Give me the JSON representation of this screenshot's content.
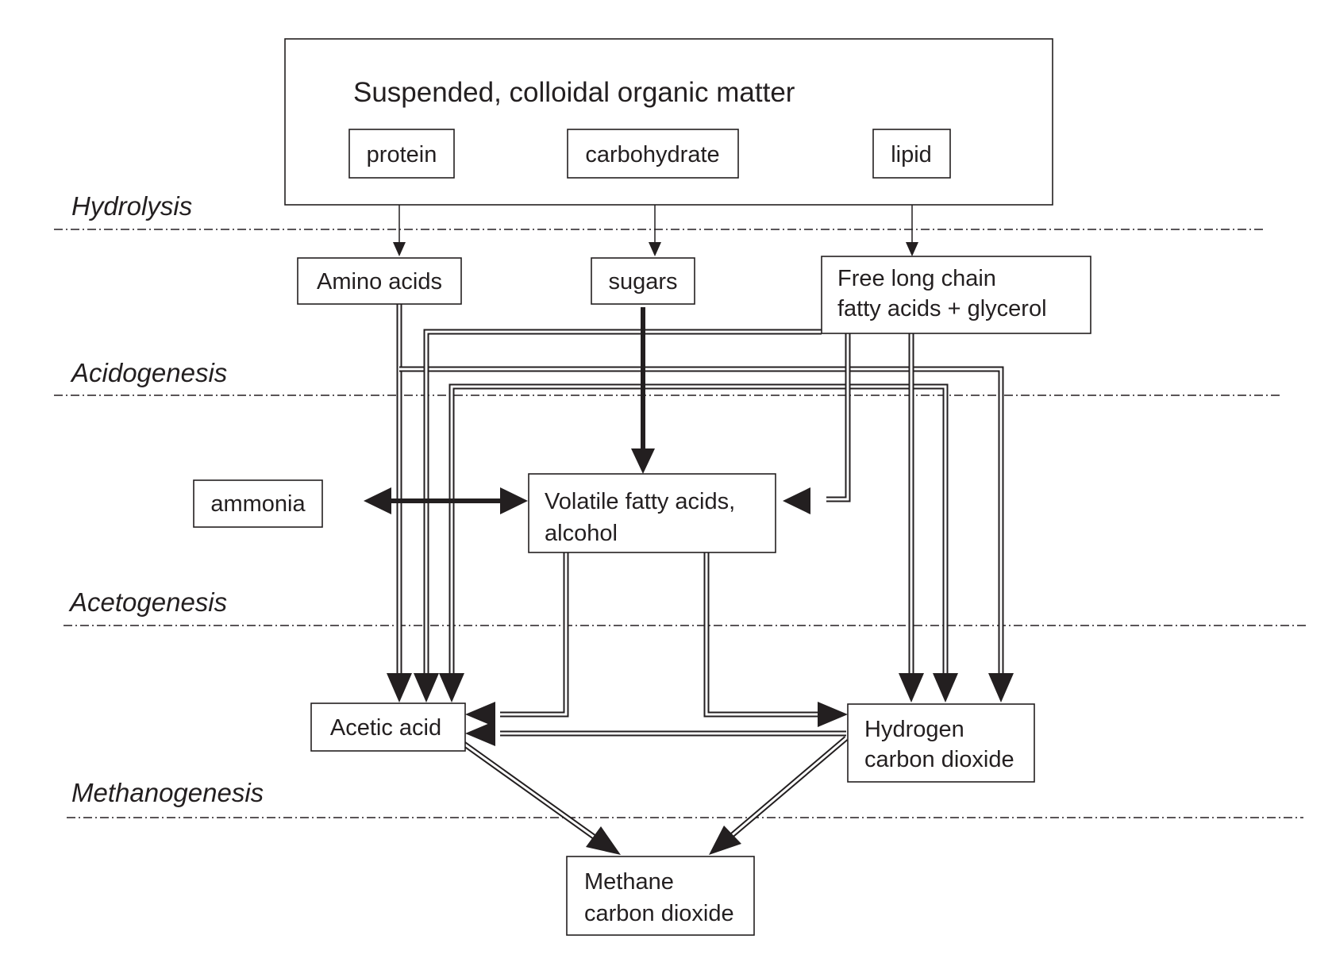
{
  "diagram": {
    "title": "Suspended, colloidal organic matter",
    "stages": {
      "hydrolysis": "Hydrolysis",
      "acidogenesis": "Acidogenesis",
      "acetogenesis": "Acetogenesis",
      "methanogenesis": "Methanogenesis"
    },
    "nodes": {
      "protein": "protein",
      "carbohydrate": "carbohydrate",
      "lipid": "lipid",
      "amino_acids": "Amino acids",
      "sugars": "sugars",
      "fatty_acids_line1": "Free long chain",
      "fatty_acids_line2": "fatty acids + glycerol",
      "ammonia": "ammonia",
      "vfa_line1": "Volatile fatty  acids,",
      "vfa_line2": "alcohol",
      "acetic_acid": "Acetic acid",
      "hydrogen_line1": "Hydrogen",
      "hydrogen_line2": "carbon dioxide",
      "methane_line1": "Methane",
      "methane_line2": "carbon dioxide"
    },
    "edges": [
      {
        "from": "protein",
        "to": "amino_acids",
        "style": "thin"
      },
      {
        "from": "carbohydrate",
        "to": "sugars",
        "style": "thin"
      },
      {
        "from": "lipid",
        "to": "fatty_acids",
        "style": "thin"
      },
      {
        "from": "sugars",
        "to": "vfa",
        "style": "thick"
      },
      {
        "from": "vfa",
        "to": "ammonia",
        "style": "thick",
        "bidirectional": true
      },
      {
        "from": "amino_acids",
        "to": "acetic_acid",
        "style": "double"
      },
      {
        "from": "amino_acids",
        "to": "hydrogen",
        "style": "double"
      },
      {
        "from": "sugars",
        "to": "acetic_acid",
        "style": "double"
      },
      {
        "from": "sugars",
        "to": "hydrogen",
        "style": "double"
      },
      {
        "from": "fatty_acids",
        "to": "acetic_acid",
        "style": "double"
      },
      {
        "from": "fatty_acids",
        "to": "vfa",
        "style": "double"
      },
      {
        "from": "fatty_acids",
        "to": "hydrogen",
        "style": "double"
      },
      {
        "from": "vfa",
        "to": "acetic_acid",
        "style": "double"
      },
      {
        "from": "vfa",
        "to": "hydrogen",
        "style": "double"
      },
      {
        "from": "hydrogen",
        "to": "acetic_acid",
        "style": "double"
      },
      {
        "from": "acetic_acid",
        "to": "methane",
        "style": "double"
      },
      {
        "from": "hydrogen",
        "to": "methane",
        "style": "double"
      }
    ]
  }
}
